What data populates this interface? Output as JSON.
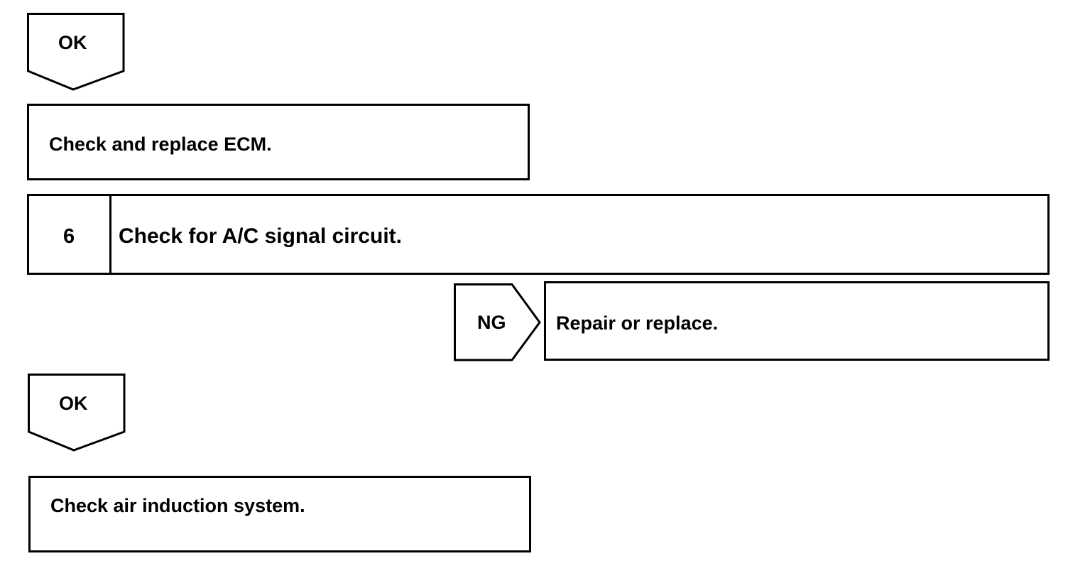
{
  "ok_1": {
    "label": "OK"
  },
  "action_1": {
    "text": "Check and replace ECM."
  },
  "step_6": {
    "number": "6",
    "title": "Check for A/C signal circuit."
  },
  "ng_1": {
    "label": "NG"
  },
  "ng_action": {
    "text": "Repair or replace."
  },
  "ok_2": {
    "label": "OK"
  },
  "action_2": {
    "text": "Check air induction system."
  }
}
